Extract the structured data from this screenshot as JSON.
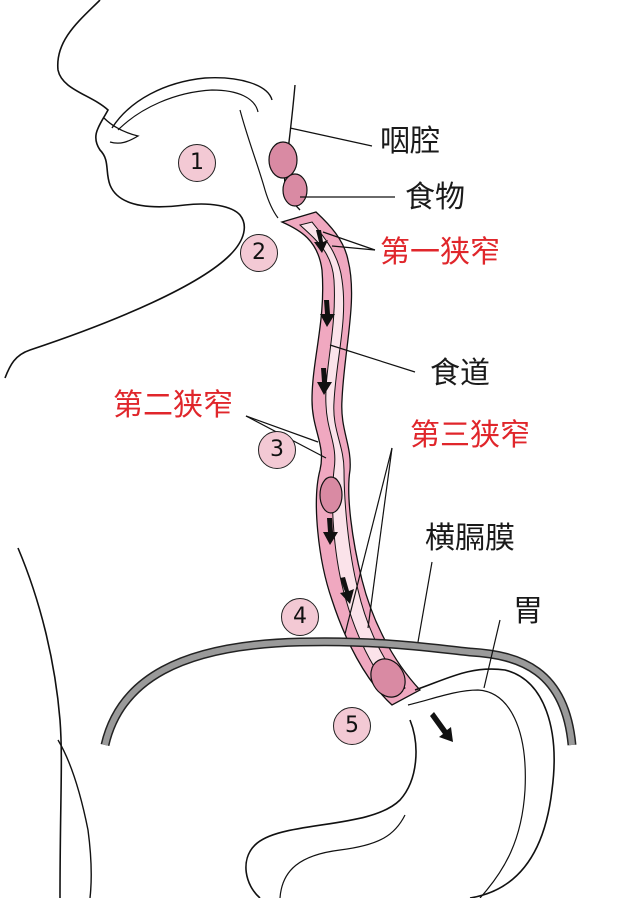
{
  "labels": {
    "pharynx": "咽腔",
    "food": "食物",
    "esophagus": "食道",
    "diaphragm": "横膈膜",
    "stomach": "胃",
    "first_narrowing": "第一狭窄",
    "second_narrowing": "第二狭窄",
    "third_narrowing": "第三狭窄"
  },
  "markers": [
    "1",
    "2",
    "3",
    "4",
    "5"
  ],
  "colors": {
    "label_text": "#1a1a1a",
    "narrowing_text": "#e0262b",
    "esophagus_wall": "#f0a8c0",
    "esophagus_lumen": "#fbe3ea",
    "food_bolus": "#d98aa3",
    "diaphragm": "#9a9a9a",
    "marker_fill": "#f3c9d4"
  }
}
